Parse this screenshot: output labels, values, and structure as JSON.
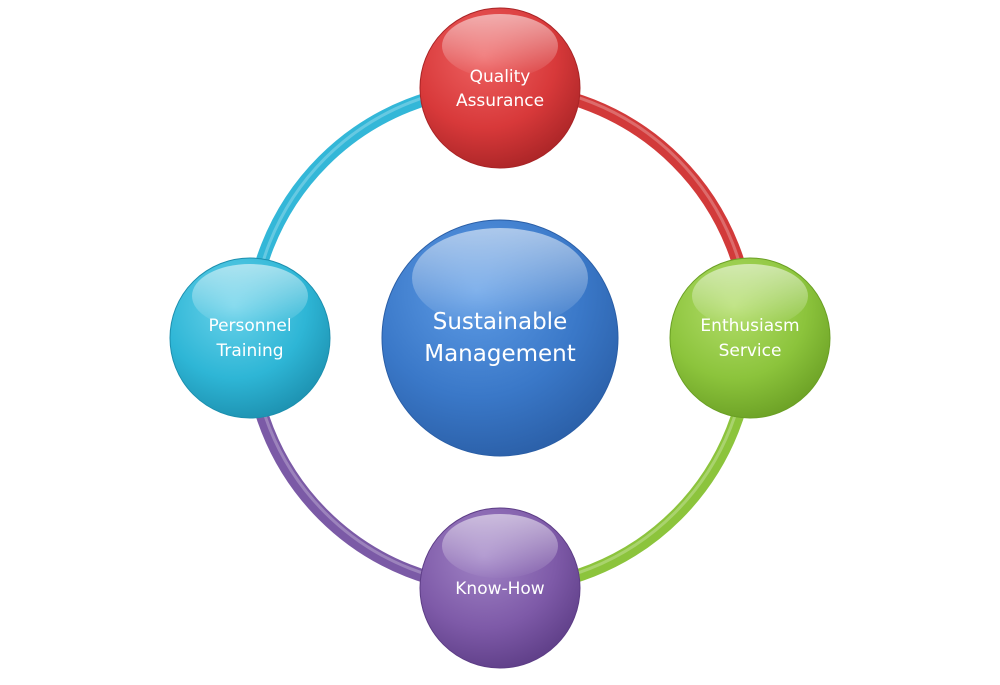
{
  "center": {
    "line1": "Sustainable",
    "line2": "Management",
    "color": "#3a78c8"
  },
  "nodes": {
    "top": {
      "line1": "Quality",
      "line2": "Assurance",
      "color": "#d8393a"
    },
    "right": {
      "line1": "Enthusiasm",
      "line2": "Service",
      "color": "#8cc43c"
    },
    "bottom": {
      "line1": "Know-How",
      "color": "#7e5aa8"
    },
    "left": {
      "line1": "Personnel",
      "line2": "Training",
      "color": "#2eb6d6"
    }
  },
  "arcs": {
    "top_right": "#d23a3a",
    "right_bottom": "#8cc43c",
    "bottom_left": "#7b5aa6",
    "left_top": "#33b7d8"
  }
}
